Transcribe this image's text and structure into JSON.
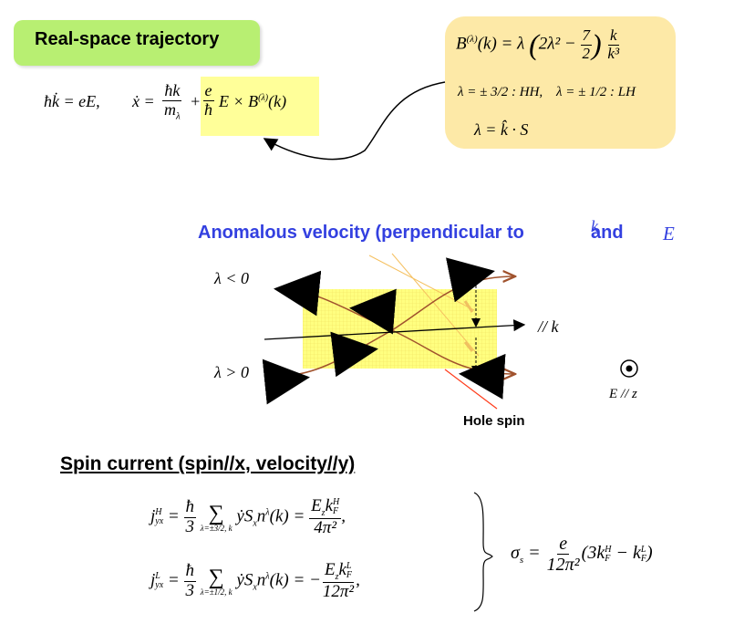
{
  "title": "Real-space trajectory",
  "eom": {
    "part1": "ħk̇ = eE,",
    "part2": "ẋ =",
    "frac1_num": "ħk",
    "frac1_den": "m",
    "frac1_den_sub": "λ",
    "plus": "+",
    "frac2_num": "e",
    "frac2_den": "ħ",
    "cross": "E × B",
    "cross_sup": "(λ)",
    "cross_arg": "(k)"
  },
  "formula": {
    "b_lhs": "B",
    "b_sup": "(λ)",
    "b_arg": "(k) = λ",
    "b_paren": "2λ² −",
    "b_frac_num": "7",
    "b_frac_den": "2",
    "b_k_num": "k",
    "b_k_den": "k³",
    "hh": "λ = ± 3/2 : HH,",
    "lh": "λ = ± 1/2 : LH",
    "helicity": "λ = k̂ · S"
  },
  "anomalous": {
    "text": "Anomalous    velocity (perpendicular to",
    "and": "and",
    "k_glyph": "k",
    "e_glyph": "E"
  },
  "diagram": {
    "lambda_neg": "λ < 0",
    "lambda_pos": "λ > 0",
    "k_axis": "// k",
    "e_field": "E // z",
    "hole_spin": "Hole spin"
  },
  "spin_current": {
    "title": "Spin current (spin//x, velocity//y)",
    "jH_lhs": "j",
    "jH_sup": "H",
    "jH_sub": "yx",
    "jH_sum_sub": "λ=±3/2, k",
    "jH_rhs_num": "E",
    "jH_rhs_den": "4π²",
    "jL_lhs": "j",
    "jL_sup": "L",
    "jL_sub": "yx",
    "jL_sum_sub": "λ=±1/2, k",
    "jL_rhs_den": "12π²",
    "sigma_lhs": "σ",
    "sigma_sub": "s",
    "sigma_num": "e",
    "sigma_den": "12π²",
    "sigma_rhs": "(3k",
    "sigma_rhs2": "− k",
    "sigma_close": ")",
    "h3_num": "ħ",
    "h3_den": "3",
    "sum_body": "ẏS",
    "sum_body_sub": "x",
    "sum_body2": "n",
    "sum_body2_sup": "λ",
    "sum_arg": "(k) =",
    "kF": "k",
    "kF_sub": "F",
    "kF_supH": "H",
    "kF_supL": "L",
    "Ez_sub": "z",
    "comma": ","
  },
  "colors": {
    "title_box": "#b8ef72",
    "formula_box": "#fde9a7",
    "highlight": "#ffff99",
    "anomalous_text": "#3340e0",
    "red_arrow": "#ff3b1a",
    "brown_curve": "#a0522d",
    "orange_arrow": "#f0a050"
  }
}
